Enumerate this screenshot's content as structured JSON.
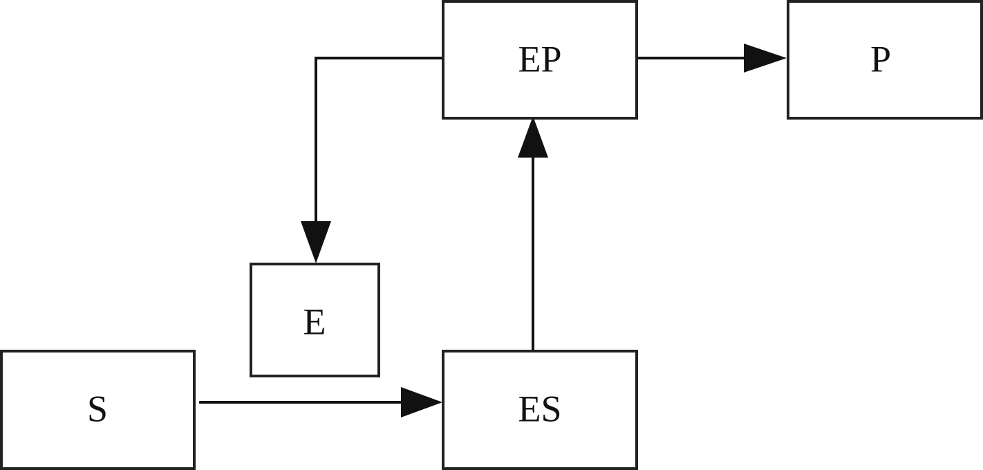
{
  "diagram": {
    "type": "reaction-flow",
    "nodes": {
      "ep": {
        "label": "EP"
      },
      "p": {
        "label": "P"
      },
      "e": {
        "label": "E"
      },
      "s": {
        "label": "S"
      },
      "es": {
        "label": "ES"
      }
    },
    "edges": [
      {
        "from": "S",
        "to": "ES"
      },
      {
        "from": "ES",
        "to": "EP"
      },
      {
        "from": "EP",
        "to": "P"
      },
      {
        "from": "EP",
        "to": "E"
      }
    ],
    "colors": {
      "stroke": "#222222",
      "arrow": "#111111",
      "background": "#ffffff"
    }
  }
}
